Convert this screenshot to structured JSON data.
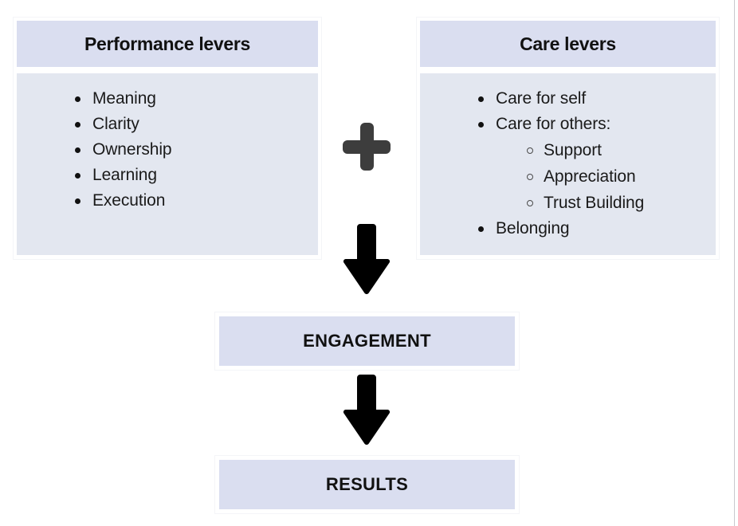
{
  "diagram": {
    "title_hidden": "",
    "colors": {
      "header_fill": "#dadef0",
      "body_fill": "#e3e7f0",
      "plus_color": "#3d3d3d",
      "arrow_color": "#000000",
      "text_color": "#111111",
      "page_rule": "#c9c9ce"
    },
    "panels": [
      {
        "id": "performance",
        "header": "Performance levers",
        "items": [
          {
            "label": "Meaning",
            "children": []
          },
          {
            "label": "Clarity",
            "children": []
          },
          {
            "label": "Ownership",
            "children": []
          },
          {
            "label": "Learning",
            "children": []
          },
          {
            "label": "Execution",
            "children": []
          }
        ]
      },
      {
        "id": "care",
        "header": "Care levers",
        "items": [
          {
            "label": "Care for self",
            "children": []
          },
          {
            "label": "Care for others:",
            "children": [
              "Support",
              "Appreciation",
              "Trust Building"
            ]
          },
          {
            "label": "Belonging",
            "children": []
          }
        ]
      }
    ],
    "operator": {
      "name": "plus",
      "glyph": "+"
    },
    "flow": [
      {
        "id": "engagement",
        "label": "ENGAGEMENT"
      },
      {
        "id": "results",
        "label": "RESULTS"
      }
    ],
    "arrows": [
      {
        "id": "arrow-to-engagement",
        "direction": "down"
      },
      {
        "id": "arrow-to-results",
        "direction": "down"
      }
    ]
  }
}
